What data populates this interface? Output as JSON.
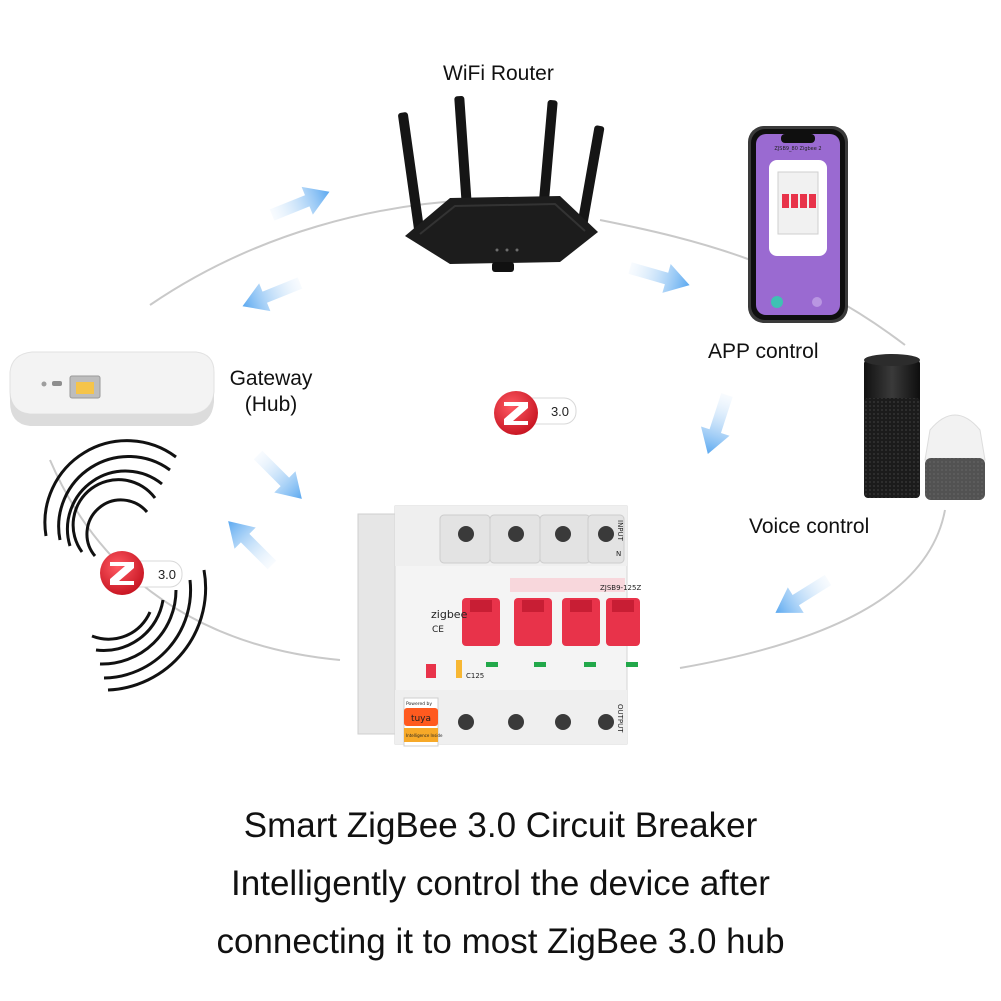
{
  "labels": {
    "router": "WiFi Router",
    "gateway_line1": "Gateway",
    "gateway_line2": "(Hub)",
    "app": "APP control",
    "voice": "Voice control"
  },
  "badges": {
    "version": "3.0"
  },
  "phone": {
    "title": "ZJSB9_80 Zigbee 2"
  },
  "breaker": {
    "brand": "zigbee",
    "ce": "CE",
    "input": "INPUT",
    "n": "N",
    "output": "OUTPUT",
    "model": "ZJSB9-125Z",
    "rating": "C125",
    "powered_by": "Powered by",
    "tuya": "tuya",
    "tuya_sub": "Intelligence Inside"
  },
  "caption": {
    "line1": "Smart ZigBee 3.0 Circuit Breaker",
    "line2": "Intelligently control the device after",
    "line3": "connecting it to most ZigBee 3.0 hub"
  },
  "colors": {
    "arrow": "#6fb2f2",
    "zigbee_red": "#e0202c",
    "breaker_red": "#e8334a",
    "phone_purple": "#9a6ad1",
    "tuya_orange": "#ff5a1f"
  },
  "icons": [
    "zigbee-logo-icon",
    "signal-waves-icon",
    "arrow-icon"
  ]
}
